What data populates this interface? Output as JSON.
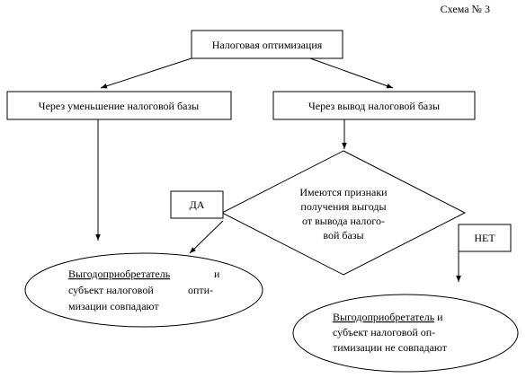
{
  "scheme_label": "Схема № 3",
  "nodes": {
    "root": {
      "label": "Налоговая оптимизация"
    },
    "left_branch": {
      "label": "Через уменьшение налоговой базы"
    },
    "right_branch": {
      "label": "Через вывод налоговой базы"
    },
    "decision": {
      "lines": [
        "Имеются признаки",
        "получения выгоды",
        "от вывода налого-",
        "вой базы"
      ]
    },
    "yes_label": {
      "label": "ДА"
    },
    "no_label": {
      "label": "НЕТ"
    },
    "result_match": {
      "lines": [
        {
          "a": "Выгодоприобретатель",
          "b": "и"
        },
        {
          "a": "субъект налоговой",
          "b": "опти-"
        },
        {
          "a": "мизации совпадают",
          "b": ""
        }
      ]
    },
    "result_nomatch": {
      "lines": [
        {
          "a": "Выгодоприобретатель",
          "b": " и"
        },
        {
          "a": "субъект налоговой оп-",
          "b": ""
        },
        {
          "a": "тимизации не совпадают",
          "b": ""
        }
      ]
    }
  }
}
